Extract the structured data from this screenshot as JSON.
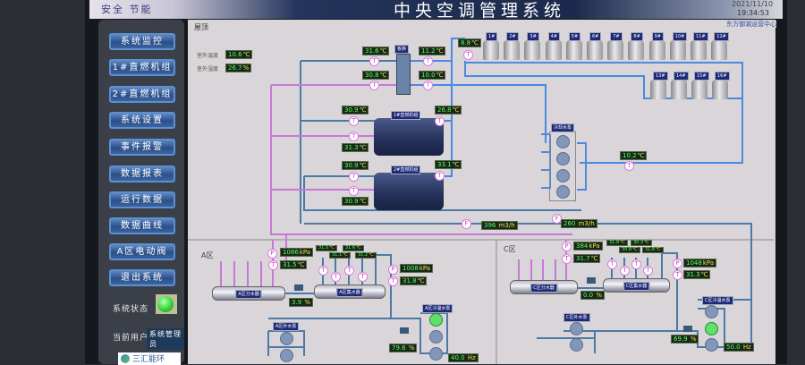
{
  "header": {
    "slogan": "安全  节能",
    "title": "中央空调管理系统",
    "date": "2021/11/10",
    "time": "19:34:53",
    "org": "东方御湖运营中心"
  },
  "sidebar": {
    "nav": [
      "系统监控",
      "1#直燃机组",
      "2#直燃机组",
      "系统设置",
      "事件报警",
      "数据报表",
      "运行数据",
      "数据曲线",
      "A区电动阀",
      "退出系统"
    ],
    "status_label": "系统状态",
    "user_label": "当前用户",
    "user_value": "系统管理员",
    "logo_text": "三汇能环",
    "status_color": "#3ddc3d"
  },
  "roof": {
    "title": "屋顶",
    "outdoor_temp_label": "室外温度",
    "outdoor_temp": "10.6",
    "outdoor_hum_label": "室外湿度",
    "outdoor_hum": "26.7",
    "unit_c": "℃",
    "unit_pct": "%",
    "hx_label": "板换",
    "hx_in_hot": "31.6",
    "hx_out_hot": "30.8",
    "hx_out_cold": "11.2",
    "hx_in_cold": "10.0",
    "tower_supply": "8.8",
    "towers": [
      "1#",
      "2#",
      "3#",
      "4#",
      "5#",
      "6#",
      "7#",
      "8#",
      "9#",
      "10#",
      "11#",
      "12#",
      "13#",
      "14#",
      "15#",
      "16#"
    ],
    "chiller1": {
      "label": "1#直燃机组",
      "t_in": "30.9",
      "t_out": "31.3",
      "t_evap": "26.8"
    },
    "chiller2": {
      "label": "2#直燃机组",
      "t_in": "30.9",
      "t_out": "30.9",
      "t_evap": "33.1"
    },
    "pump_group_label": "冷却水泵",
    "loop_temp": "10.2",
    "flow1": "396",
    "flow2": "260",
    "unit_flow": "m3/h"
  },
  "zone_a": {
    "label": "A区",
    "supply_p": "1086",
    "supply_t": "31.5",
    "unit_kpa": "kPa",
    "valve_open": "3.9",
    "branch_temps": [
      "31.5",
      "31.1",
      "31.6",
      "31.2"
    ],
    "return_p": "1008",
    "return_t": "31.8",
    "dist_label": "A区分水器",
    "coll_label": "A区集水器",
    "makeup_label": "A区补水泵",
    "circ_label": "A区冷温水泵",
    "vfd_pct": "79.6",
    "freq": "40.0",
    "unit_hz": "Hz"
  },
  "zone_c": {
    "label": "C区",
    "supply_p": "384",
    "supply_t": "31.7",
    "valve_open": "0.0",
    "branch_temps": [
      "31.8",
      "30.8",
      "30.3",
      "31.6"
    ],
    "return_p": "1048",
    "return_t": "31.3",
    "dist_label": "C区分水器",
    "coll_label": "C区集水器",
    "makeup_label": "C区补水泵",
    "circ_label": "C区冷温水泵",
    "vfd_pct": "69.9",
    "freq": "50.0"
  },
  "sensor_letters": {
    "t": "T",
    "p": "P",
    "f": "F"
  }
}
